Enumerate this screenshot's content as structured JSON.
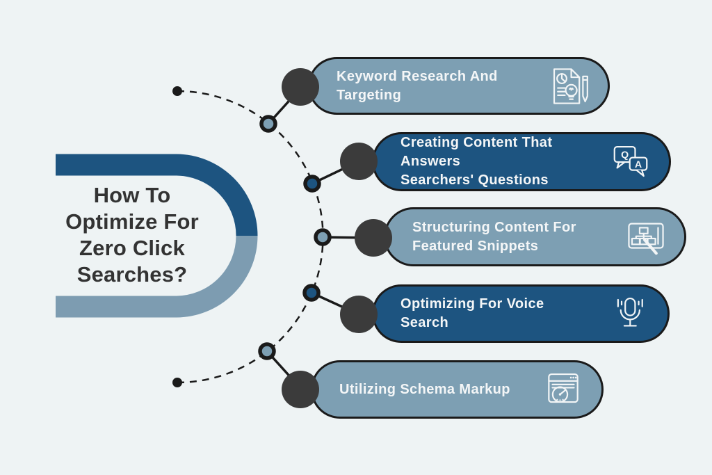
{
  "title": "How To\nOptimize For\nZero Click\nSearches?",
  "colors": {
    "background": "#eef3f4",
    "pill_light": "#7d9fb3",
    "pill_dark": "#1d5480",
    "outline": "#1a1a1a",
    "connector_circle": "#3b3b3b",
    "title_text": "#333333",
    "pill_text": "#f4f6f7",
    "bracket_dark": "#1d5480",
    "bracket_light": "#7d9cb1"
  },
  "items": [
    {
      "label": "Keyword Research And\nTargeting",
      "icon": "document-research-icon",
      "style": "light"
    },
    {
      "label": "Creating Content That Answers\nSearchers' Questions",
      "icon": "qa-bubbles-icon",
      "style": "dark"
    },
    {
      "label": "Structuring Content For\nFeatured Snippets",
      "icon": "featured-snippet-icon",
      "style": "light"
    },
    {
      "label": "Optimizing For Voice\nSearch",
      "icon": "microphone-icon",
      "style": "dark"
    },
    {
      "label": "Utilizing Schema Markup",
      "icon": "schema-markup-icon",
      "style": "light"
    }
  ],
  "qa_icon": {
    "q": "Q",
    "a": "A"
  }
}
